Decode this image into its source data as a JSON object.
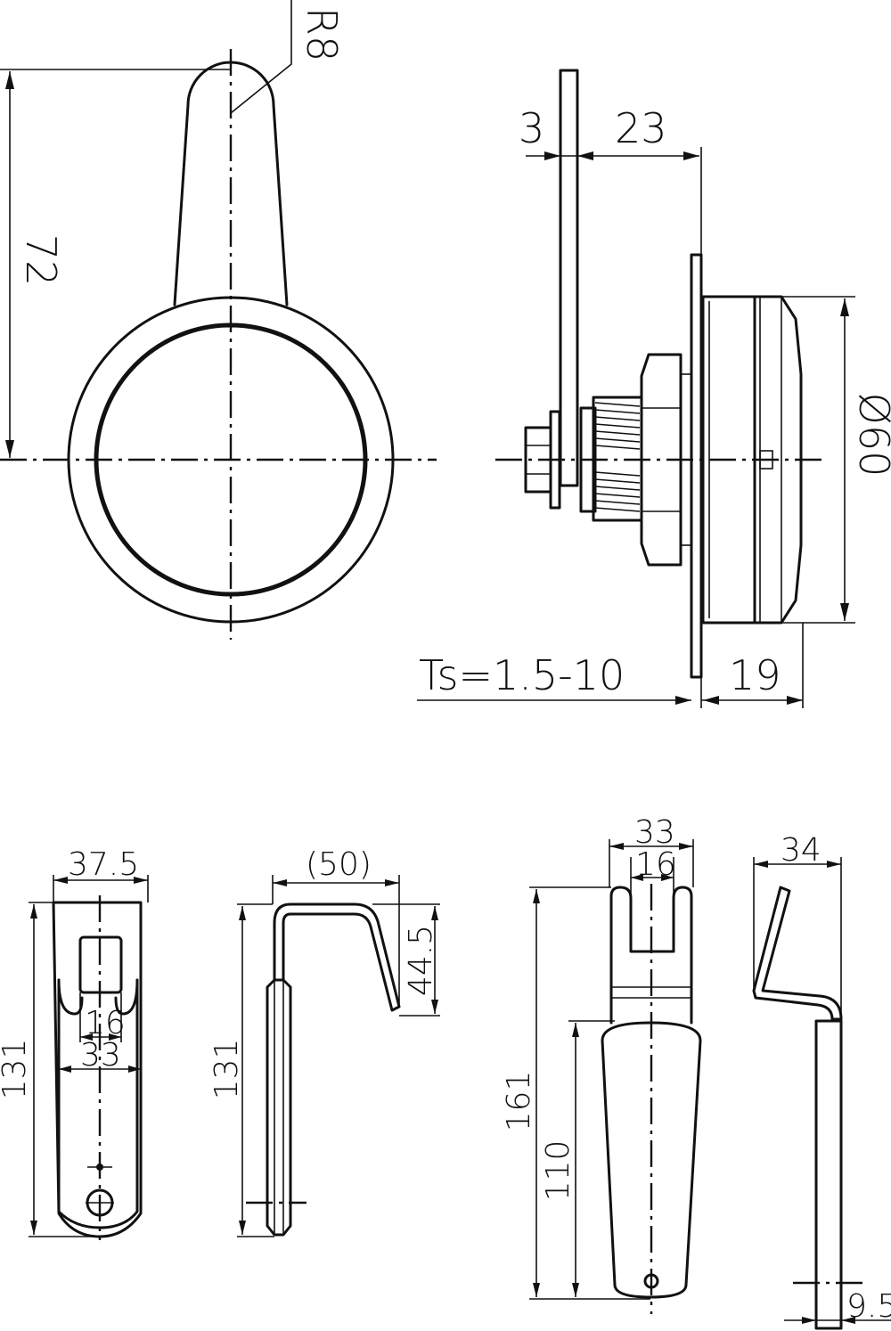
{
  "dimensions": {
    "radius_tip": "R8",
    "handle_height": "72",
    "plate_thickness": "3",
    "projection": "23",
    "diameter": "Ø60",
    "thickness_range": "Ts=1.5-10",
    "body_depth": "19",
    "bracket_width": "37.5",
    "bracket_inner_outer": "16",
    "bracket_outer": "33",
    "bracket_height": "131",
    "bracket_span": "(50)",
    "bracket_drop": "44.5",
    "side_height": "131",
    "lever_width": "33",
    "lever_slot": "16",
    "lever_total": "161",
    "lever_length": "110",
    "offset_width": "34",
    "offset_thickness": "9.5"
  }
}
